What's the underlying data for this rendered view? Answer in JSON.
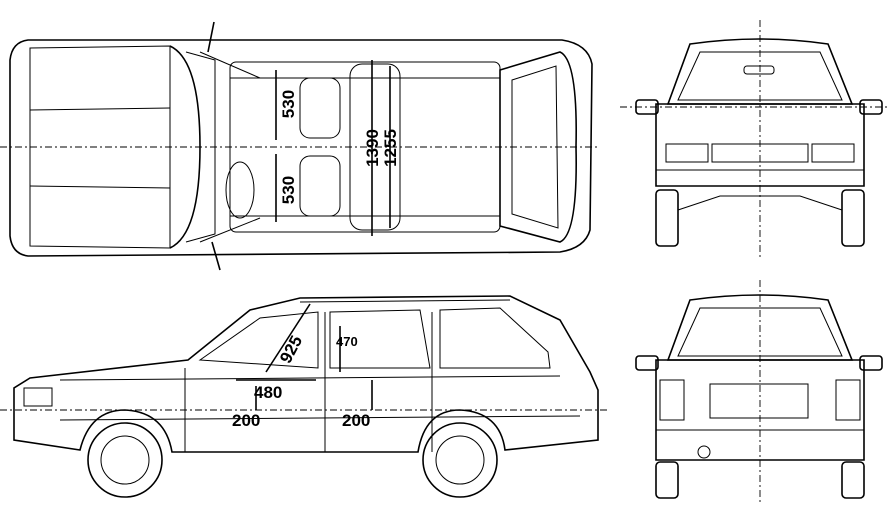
{
  "top_view": {
    "seat_width_front": "530",
    "seat_width_rear": "530",
    "interior_width": "1390",
    "cargo_width": "1255"
  },
  "side_view": {
    "headroom": "925",
    "rear_headroom": "470",
    "front_legroom": "480",
    "front_seat_height": "200",
    "rear_seat_height": "200"
  }
}
